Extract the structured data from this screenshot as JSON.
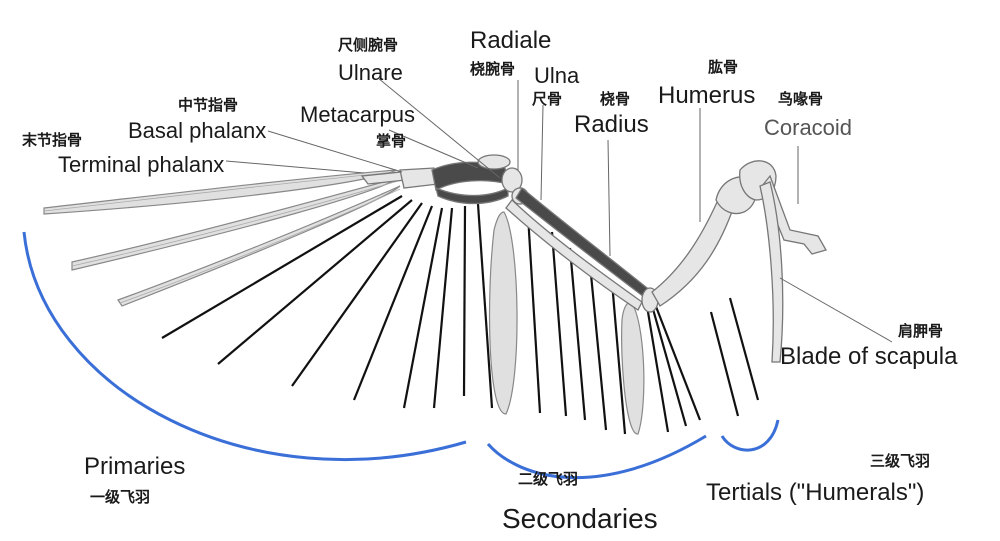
{
  "labels": {
    "ulnare_zh": "尺侧腕骨",
    "ulnare_en": "Ulnare",
    "radiale_en": "Radiale",
    "radiale_zh": "桡腕骨",
    "ulna_en": "Ulna",
    "ulna_zh": "尺骨",
    "radius_zh": "桡骨",
    "radius_en": "Radius",
    "humerus_zh": "肱骨",
    "humerus_en": "Humerus",
    "coracoid_zh": "鸟喙骨",
    "coracoid_en": "Coracoid",
    "basal_zh": "中节指骨",
    "basal_en": "Basal phalanx",
    "terminal_zh": "末节指骨",
    "terminal_en": "Terminal phalanx",
    "metacarpus_en": "Metacarpus",
    "metacarpus_zh": "掌骨",
    "scapula_zh": "肩胛骨",
    "scapula_en": "Blade of scapula",
    "primaries_en": "Primaries",
    "primaries_zh": "一级飞羽",
    "secondaries_zh": "二级飞羽",
    "secondaries_en": "Secondaries",
    "tertials_zh": "三级飞羽",
    "tertials_en": "Tertials (\"Humerals\")"
  },
  "colors": {
    "bone_fill": "#e6e6e6",
    "bone_stroke": "#777777",
    "dark_bone": "#4a4a4a",
    "feather_fill": "#e0e0e0",
    "bracket": "#3a6fd8",
    "leader": "#666666"
  }
}
